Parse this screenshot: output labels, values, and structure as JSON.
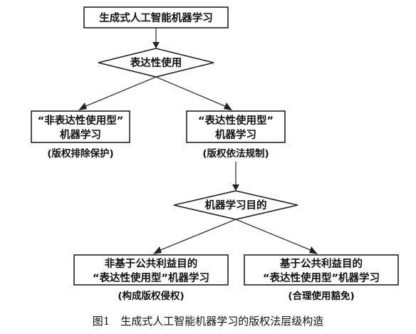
{
  "nodes": {
    "top": {
      "label": "生成式人工智能机器学习"
    },
    "decision_1": {
      "label": "表达性使用"
    },
    "left": {
      "line1": "“非表达性使用型”",
      "line2": "机器学习",
      "note": "(版权排除保护)"
    },
    "middle": {
      "line1": "“表达性使用型”",
      "line2": "机器学习",
      "note": "(版权依法规制)"
    },
    "decision_2": {
      "label": "机器学习目的"
    },
    "bottom_left": {
      "line1": "非基于公共利益目的",
      "line2": "“表达性使用型”机器学习",
      "note": "(构成版权侵权)"
    },
    "bottom_right": {
      "line1": "基于公共利益目的",
      "line2": "“表达性使用型”机器学习",
      "note": "(合理使用豁免)"
    }
  },
  "caption": "图1　生成式人工智能机器学习的版权法层级构造",
  "colors": {
    "stroke": "#222222",
    "text": "#111111",
    "background": "#ffffff"
  }
}
